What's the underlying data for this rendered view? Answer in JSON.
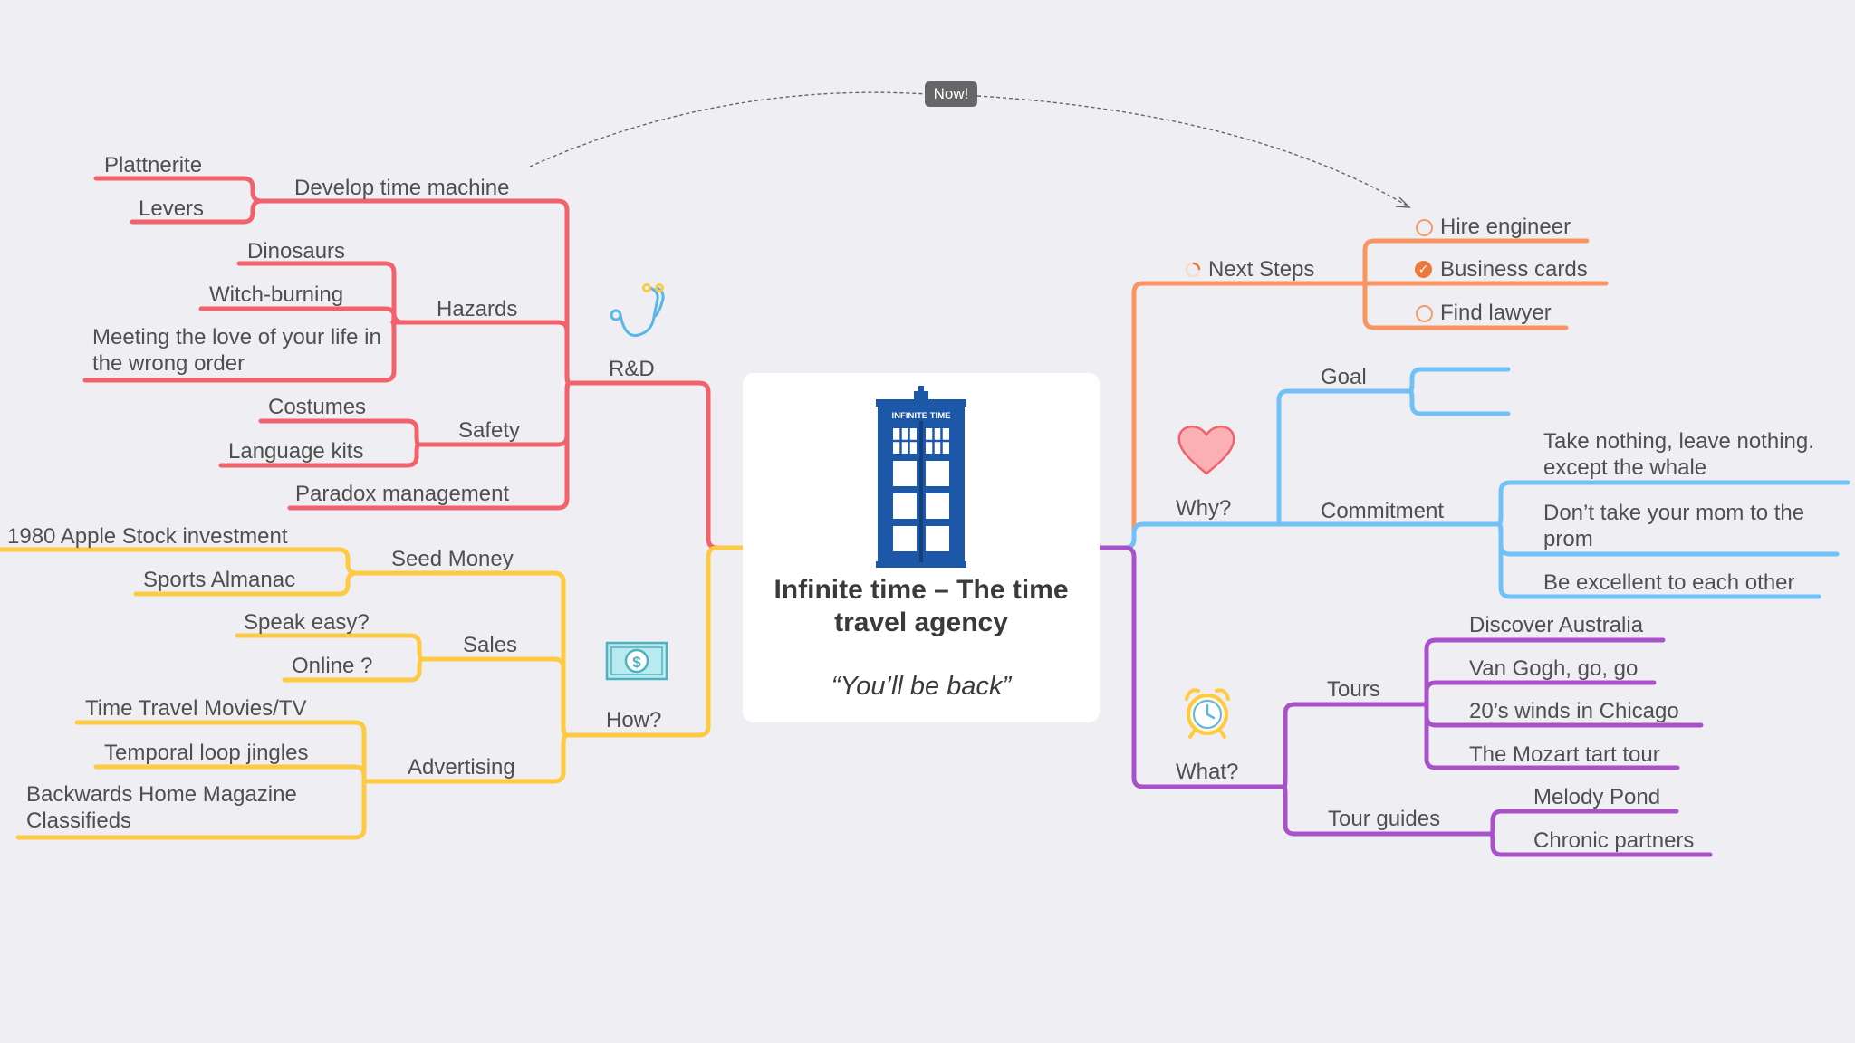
{
  "center": {
    "logo_text": "INFINITE TIME",
    "title": "Infinite time – The time travel agency",
    "subtitle": "“You’ll be back”"
  },
  "relationship_label": "Now!",
  "colors": {
    "rnd": "#f2626c",
    "how": "#fdca41",
    "next": "#f89560",
    "why": "#70c1f8",
    "what": "#a951c8",
    "task_done": "#ea7a3c"
  },
  "rnd": {
    "label": "R&D",
    "icon": "stethoscope-icon",
    "develop": {
      "label": "Develop time machine",
      "children": [
        "Plattnerite",
        "Levers"
      ]
    },
    "hazards": {
      "label": "Hazards",
      "children": [
        "Dinosaurs",
        "Witch-burning",
        "Meeting the love of your life in the wrong order"
      ]
    },
    "safety": {
      "label": "Safety",
      "children": [
        "Costumes",
        "Language kits"
      ]
    },
    "paradox": {
      "label": "Paradox management"
    }
  },
  "how": {
    "label": "How?",
    "icon": "money-icon",
    "seed": {
      "label": "Seed Money",
      "children": [
        "1980 Apple Stock investment",
        "Sports Almanac"
      ]
    },
    "sales": {
      "label": "Sales",
      "children": [
        "Speak easy?",
        "Online ?"
      ]
    },
    "advertising": {
      "label": "Advertising",
      "children": [
        "Time Travel Movies/TV",
        "Temporal loop jingles",
        "Backwards Home Magazine Classifieds"
      ]
    }
  },
  "next": {
    "label": "Next Steps",
    "icon": "progress-icon",
    "tasks": [
      {
        "label": "Hire engineer",
        "done": false
      },
      {
        "label": "Business cards",
        "done": true
      },
      {
        "label": "Find lawyer",
        "done": false
      }
    ]
  },
  "why": {
    "label": "Why?",
    "icon": "heart-icon",
    "goal": {
      "label": "Goal"
    },
    "commitment": {
      "label": "Commitment",
      "children": [
        "Take nothing, leave nothing. except the whale",
        "Don’t take your mom to the prom",
        "Be excellent to each other"
      ]
    }
  },
  "what": {
    "label": "What?",
    "icon": "alarm-clock-icon",
    "tours": {
      "label": "Tours",
      "children": [
        "Discover Australia",
        "Van Gogh, go, go",
        "20’s winds in Chicago",
        "The Mozart tart tour"
      ]
    },
    "guides": {
      "label": "Tour guides",
      "children": [
        "Melody Pond",
        "Chronic partners"
      ]
    }
  }
}
